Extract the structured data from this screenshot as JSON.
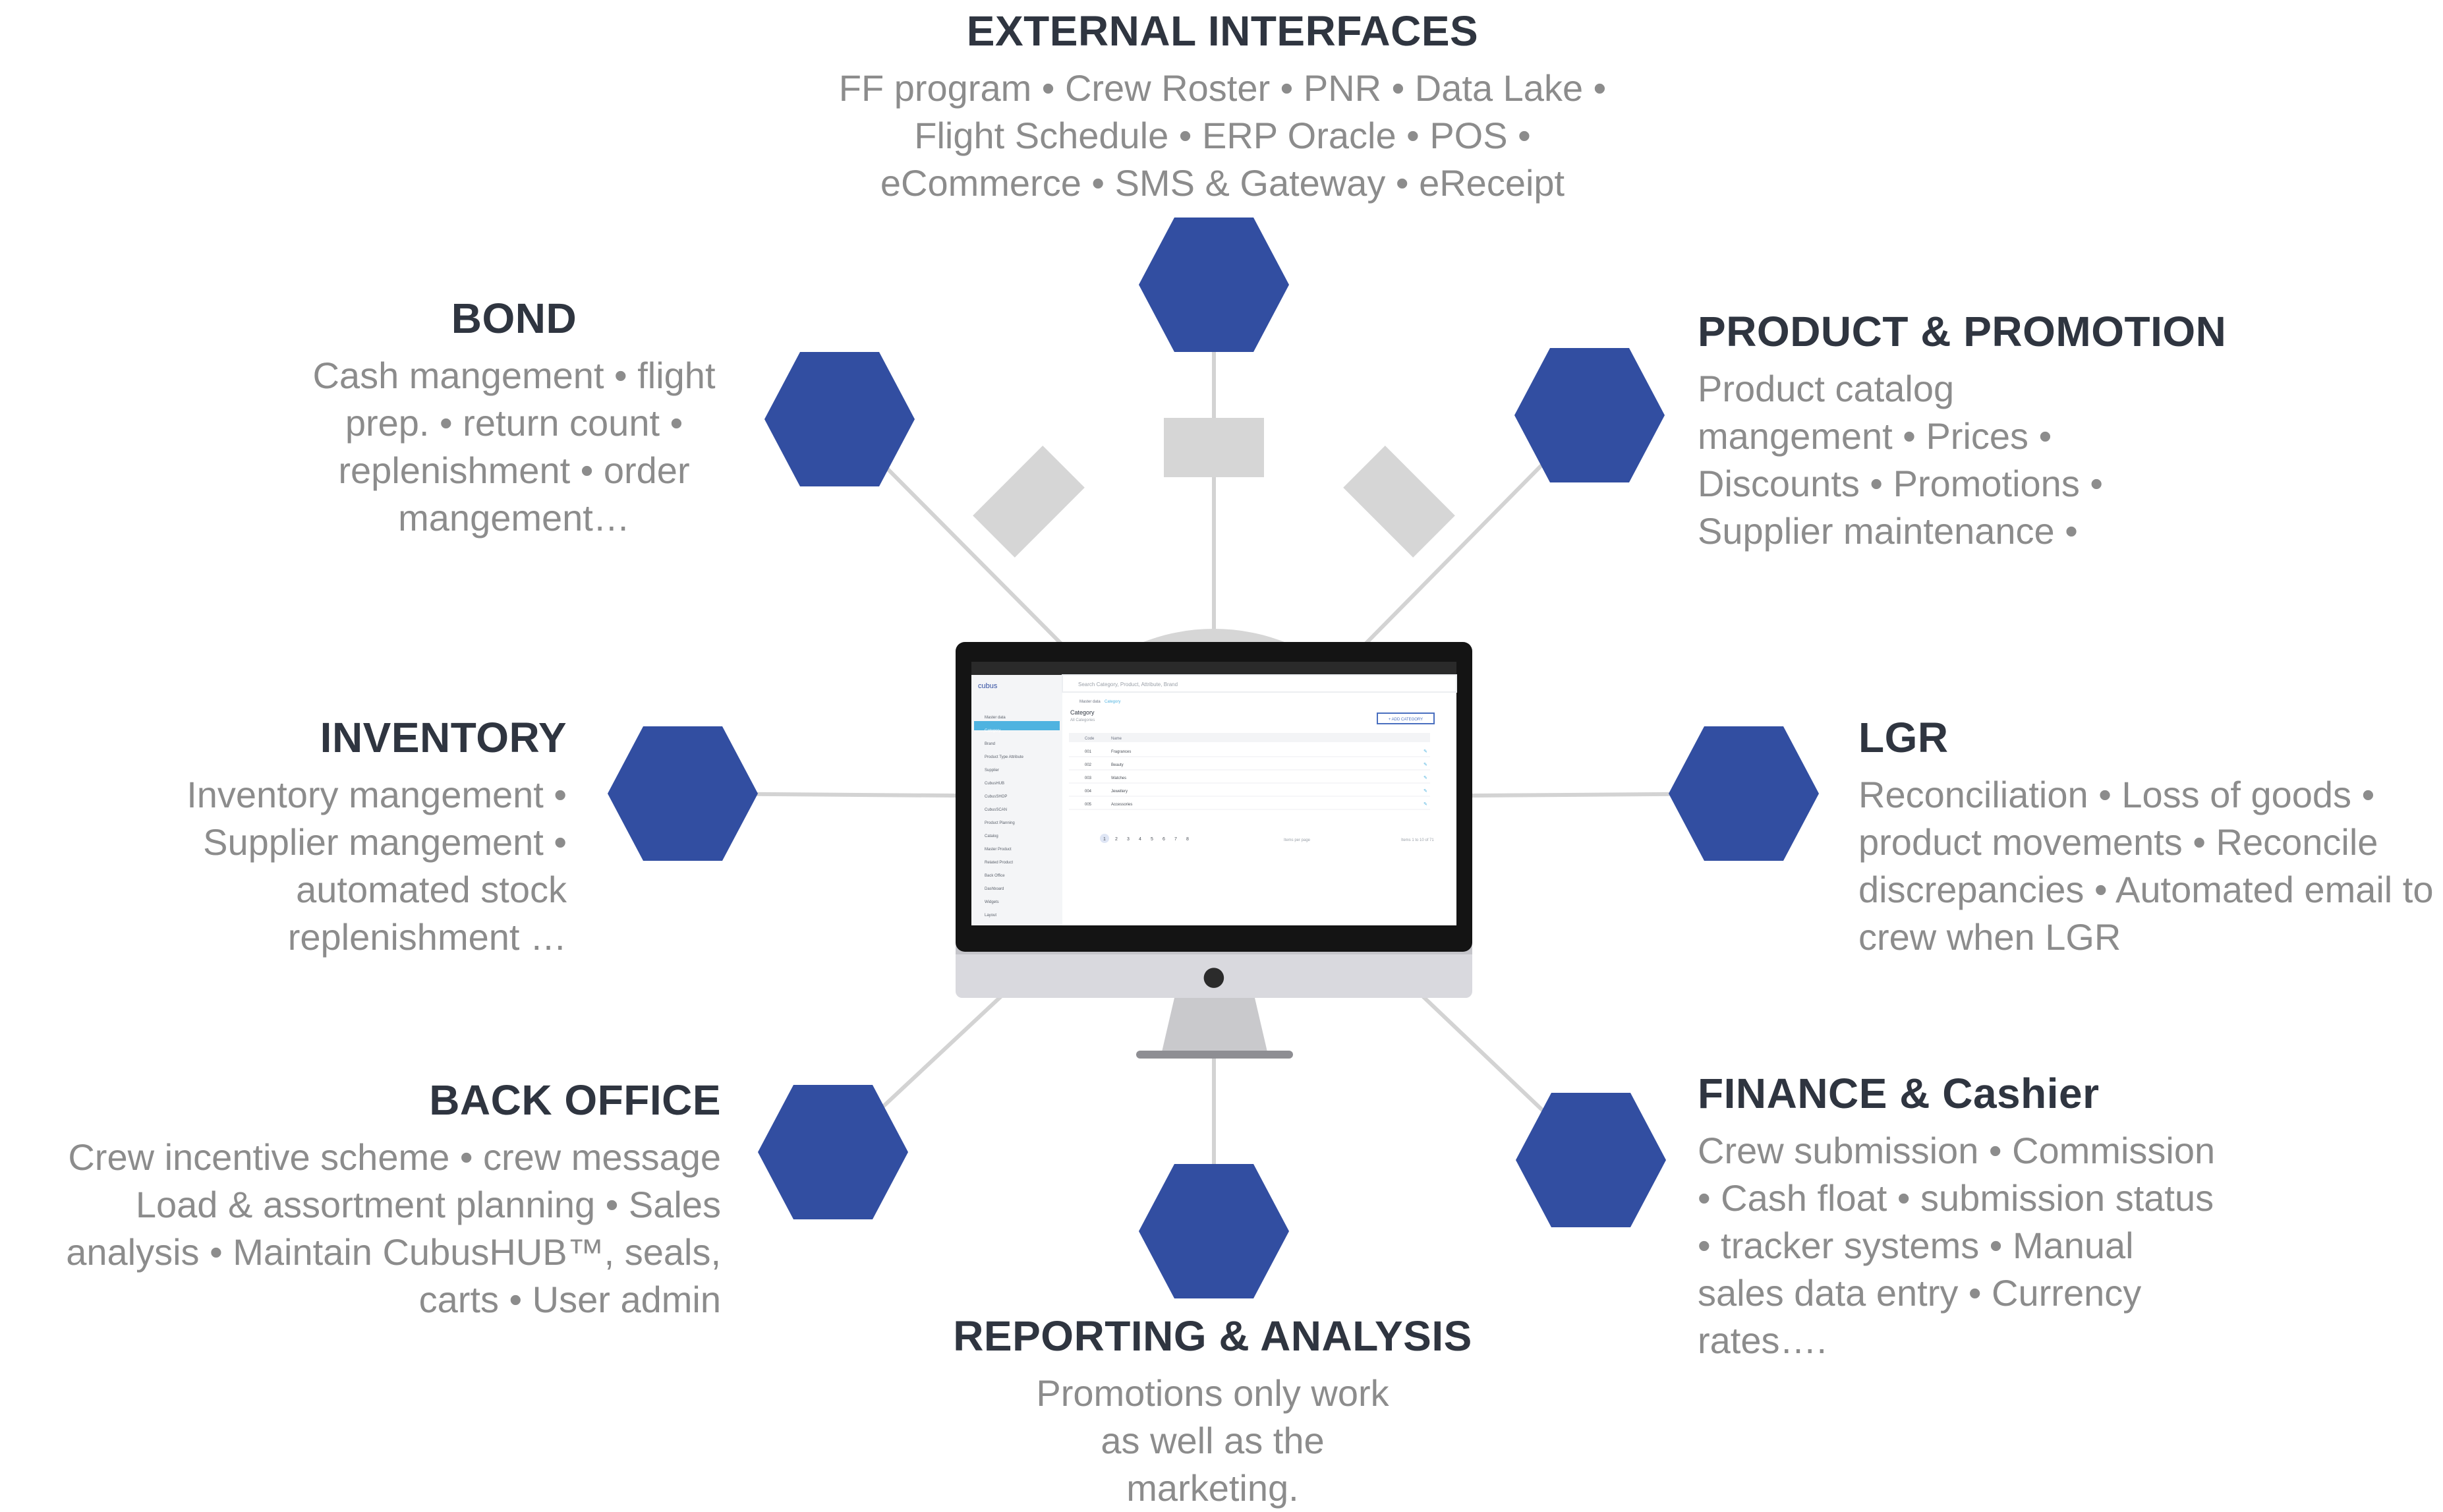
{
  "colors": {
    "hexagon": "#324ea1",
    "gear": "#d6d6d6",
    "spoke": "#d3d3d3",
    "heading": "#2f3540",
    "body": "#8c8c8c",
    "screen_accent": "#4fb3e0"
  },
  "modules": [
    {
      "id": "external",
      "title": "EXTERNAL INTERFACES",
      "text": "FF program •  Crew Roster • PNR • Data Lake •  Flight Schedule • ERP Oracle • POS • eCommerce •  SMS & Gateway •  eReceipt"
    },
    {
      "id": "bond",
      "title": "BOND",
      "text": "Cash mangement •  flight prep. •  return count • replenishment •  order mangement…"
    },
    {
      "id": "product",
      "title": "PRODUCT & PROMOTION",
      "text": "Product catalog mangement •  Prices • Discounts • Promotions • Supplier maintenance •"
    },
    {
      "id": "inventory",
      "title": "INVENTORY",
      "text": "Inventory mangement • Supplier mangement • automated stock replenishment …"
    },
    {
      "id": "lgr",
      "title": "LGR",
      "text": "Reconciliation •  Loss of goods • product movements •  Reconcile discrepancies •  Automated email to crew when LGR"
    },
    {
      "id": "backoffice",
      "title": "BACK OFFICE",
      "text": "Crew incentive scheme •  crew message Load & assortment planning •  Sales analysis •  Maintain CubusHUB™, seals, carts •  User admin"
    },
    {
      "id": "finance",
      "title": "FINANCE & Cashier",
      "text": "Crew submission • Commission •  Cash float • submission status •  tracker systems • Manual sales data entry •  Currency rates…."
    },
    {
      "id": "reporting",
      "title": "REPORTING & ANALYSIS",
      "text": "Promotions only work as well as the marketing."
    }
  ],
  "screen": {
    "logo": "cubus",
    "search_placeholder": "Search Category, Product, Attribute, Brand",
    "page_title": "Category",
    "page_subtitle": "All Categories",
    "add_button": "+ ADD CATEGORY",
    "breadcrumb_home": "Master data",
    "breadcrumb_current": "Category",
    "column_code": "Code",
    "column_name": "Name",
    "sidebar": [
      "Master data",
      "Category",
      "Brand",
      "Product Type Attribute",
      "Supplier",
      "CubusHUB",
      "CubusSHOP",
      "CubusSCAN",
      "Product Planning",
      "Catalog",
      "Master Product",
      "Related Product",
      "Back Office",
      "Dashboard",
      "Widgets",
      "Layout"
    ],
    "rows": [
      {
        "code": "001",
        "name": "Fragrances"
      },
      {
        "code": "002",
        "name": "Beauty"
      },
      {
        "code": "003",
        "name": "Watches"
      },
      {
        "code": "004",
        "name": "Jewellery"
      },
      {
        "code": "005",
        "name": "Accessories"
      }
    ],
    "pagination": [
      "1",
      "2",
      "3",
      "4",
      "5",
      "6",
      "7",
      "8"
    ],
    "rows_label": "Items per page",
    "range_label": "Items 1 to 10 of 71"
  }
}
